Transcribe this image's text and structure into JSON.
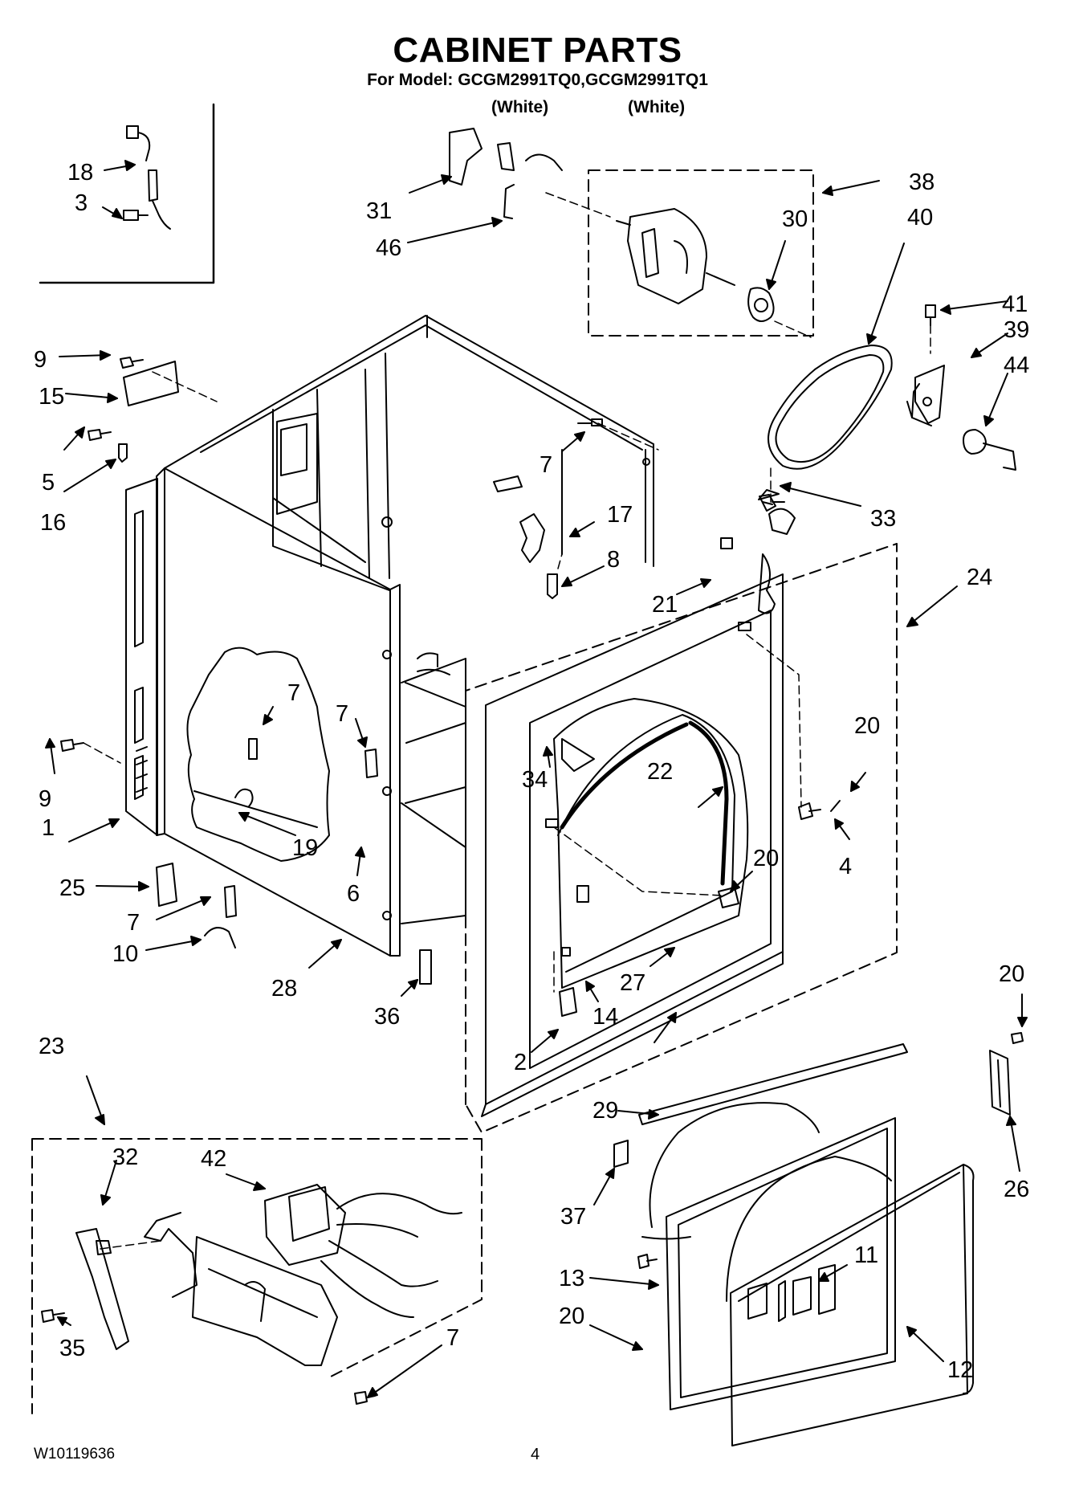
{
  "title": "CABINET PARTS",
  "subtitle": "For Model: GCGM2991TQ0,GCGM2991TQ1",
  "variants": [
    "(White)",
    "(White)"
  ],
  "footer": {
    "doc_code": "W10119636",
    "page_number": "4"
  },
  "callouts": [
    "18",
    "3",
    "31",
    "46",
    "38",
    "30",
    "40",
    "41",
    "39",
    "44",
    "9",
    "15",
    "5",
    "16",
    "7",
    "17",
    "8",
    "33",
    "24",
    "21",
    "20",
    "22",
    "34",
    "7",
    "7",
    "19",
    "9",
    "1",
    "6",
    "4",
    "20",
    "25",
    "7",
    "10",
    "28",
    "36",
    "27",
    "14",
    "2",
    "23",
    "20",
    "32",
    "42",
    "29",
    "26",
    "37",
    "35",
    "7",
    "13",
    "11",
    "20",
    "12"
  ]
}
